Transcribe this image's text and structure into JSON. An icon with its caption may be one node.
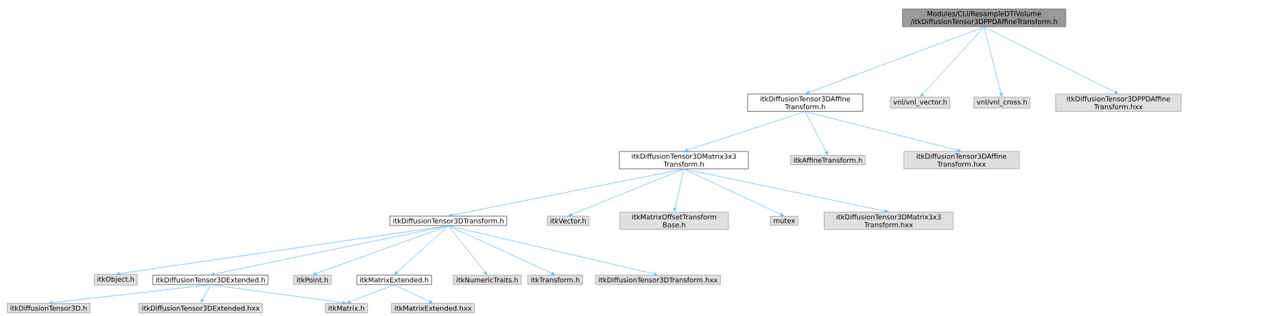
{
  "diagram": {
    "nodes": [
      {
        "text": [
          "Modules/CLI/ResampleDTIVolume /itkDiffusionTensor3DPPDAffineTransform.h"
        ]
      },
      {
        "text": [
          "itkDiffusionTensor3DAffine Transform.h"
        ]
      },
      {
        "text": [
          "vnl/vnl_vector.h"
        ]
      },
      {
        "text": [
          "vnl/vnl_cross.h"
        ]
      },
      {
        "text": [
          "itkDiffusionTensor3DPPDAffine Transform.hxx"
        ]
      },
      {
        "text": [
          "itkDiffusionTensor3DMatrix3x3 Transform.h"
        ]
      },
      {
        "text": [
          "itkAffineTransform.h"
        ]
      },
      {
        "text": [
          "itkDiffusionTensor3DAffine Transform.hxx"
        ]
      },
      {
        "text": [
          "itkDiffusionTensor3DTransform.h"
        ]
      },
      {
        "text": [
          "itkVector.h"
        ]
      },
      {
        "text": [
          "itkMatrixOffsetTransform Base.h"
        ]
      },
      {
        "text": [
          "mutex"
        ]
      },
      {
        "text": [
          "itkDiffusionTensor3DMatrix3x3 Transform.hxx"
        ]
      },
      {
        "text": [
          "itkObject.h"
        ]
      },
      {
        "text": [
          "itkDiffusionTensor3DExtended.h"
        ]
      },
      {
        "text": [
          "itkPoint.h"
        ]
      },
      {
        "text": [
          "itkMatrixExtended.h"
        ]
      },
      {
        "text": [
          "itkNumericTraits.h"
        ]
      },
      {
        "text": [
          "itkTransform.h"
        ]
      },
      {
        "text": [
          "itkDiffusionTensor3DTransform.hxx"
        ]
      },
      {
        "text": [
          "itkDiffusionTensor3D.h"
        ]
      },
      {
        "text": [
          "itkDiffusionTensor3DExtended.hxx"
        ]
      },
      {
        "text": [
          "itkMatrix.h"
        ]
      },
      {
        "text": [
          "itkMatrixExtended.hxx"
        ]
      }
    ],
    "edges": [
      {
        "from": 0,
        "to": 1,
        "arrow": "to"
      },
      {
        "from": 0,
        "to": 2,
        "arrow": "to"
      },
      {
        "from": 0,
        "to": 3,
        "arrow": "to"
      },
      {
        "from": 0,
        "to": 4,
        "arrow": "to"
      },
      {
        "from": 1,
        "to": 5,
        "arrow": "to"
      },
      {
        "from": 1,
        "to": 6,
        "arrow": "to"
      },
      {
        "from": 1,
        "to": 7,
        "arrow": "to"
      },
      {
        "from": 5,
        "to": 8,
        "arrow": "to"
      },
      {
        "from": 5,
        "to": 9,
        "arrow": "to"
      },
      {
        "from": 5,
        "to": 10,
        "arrow": "to"
      },
      {
        "from": 5,
        "to": 11,
        "arrow": "to"
      },
      {
        "from": 5,
        "to": 12,
        "arrow": "to"
      },
      {
        "from": 8,
        "to": 13,
        "arrow": "to"
      },
      {
        "from": 8,
        "to": 14,
        "arrow": "to"
      },
      {
        "from": 8,
        "to": 15,
        "arrow": "to"
      },
      {
        "from": 8,
        "to": 16,
        "arrow": "to"
      },
      {
        "from": 8,
        "to": 17,
        "arrow": "to"
      },
      {
        "from": 8,
        "to": 18,
        "arrow": "to"
      },
      {
        "from": 8,
        "to": 19,
        "arrow": "to"
      },
      {
        "from": 14,
        "to": 20,
        "arrow": "to"
      },
      {
        "from": 14,
        "to": 21,
        "arrow": "to"
      },
      {
        "from": 14,
        "to": 22,
        "arrow": "to"
      },
      {
        "from": 16,
        "to": 22,
        "arrow": "to"
      },
      {
        "from": 16,
        "to": 23,
        "arrow": "to"
      }
    ]
  }
}
